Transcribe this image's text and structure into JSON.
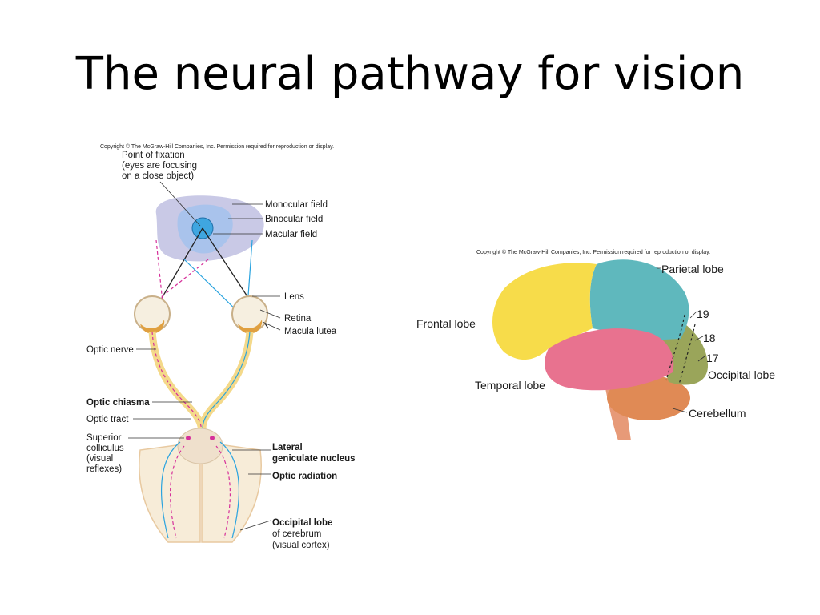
{
  "slide": {
    "title": "The neural pathway for vision"
  },
  "left_figure": {
    "copyright": "Copyright © The McGraw-Hill Companies, Inc. Permission required for reproduction or display.",
    "fixation_lines": [
      "Point of fixation",
      "(eyes are focusing",
      "on a close object)"
    ],
    "monocular_field": "Monocular field",
    "binocular_field": "Binocular field",
    "macular_field": "Macular field",
    "lens": "Lens",
    "retina": "Retina",
    "macula_lutea": "Macula lutea",
    "optic_nerve": "Optic nerve",
    "optic_chiasma": "Optic chiasma",
    "optic_tract": "Optic tract",
    "superior_colliculus_lines": [
      "Superior",
      "colliculus",
      "(visual",
      "reflexes)"
    ],
    "lateral_geniculate_lines": [
      "Lateral",
      "geniculate nucleus"
    ],
    "optic_radiation": "Optic radiation",
    "occipital_lobe_lines": [
      "Occipital lobe",
      "of cerebrum",
      "(visual cortex)"
    ],
    "colors": {
      "monocular": "#c9c9e6",
      "binocular": "#a9c3ec",
      "macular": "#3fa6e0",
      "blue_path": "#29a3df",
      "pink_path": "#d6309a",
      "nerve": "#f4d98a",
      "cortex": "#f7ecd8"
    }
  },
  "right_figure": {
    "copyright": "Copyright © The McGraw-Hill Companies, Inc. Permission required for reproduction or display.",
    "parietal_lobe": "Parietal lobe",
    "frontal_lobe": "Frontal lobe",
    "temporal_lobe": "Temporal lobe",
    "occipital_lobe": "Occipital lobe",
    "cerebellum": "Cerebellum",
    "area_19": "19",
    "area_18": "18",
    "area_17": "17",
    "colors": {
      "frontal": "#f7dc4a",
      "parietal": "#5fb8bd",
      "temporal": "#e8728f",
      "occipital": "#9aa55a",
      "cerebellum": "#e08a55",
      "brainstem": "#e79a78"
    }
  }
}
